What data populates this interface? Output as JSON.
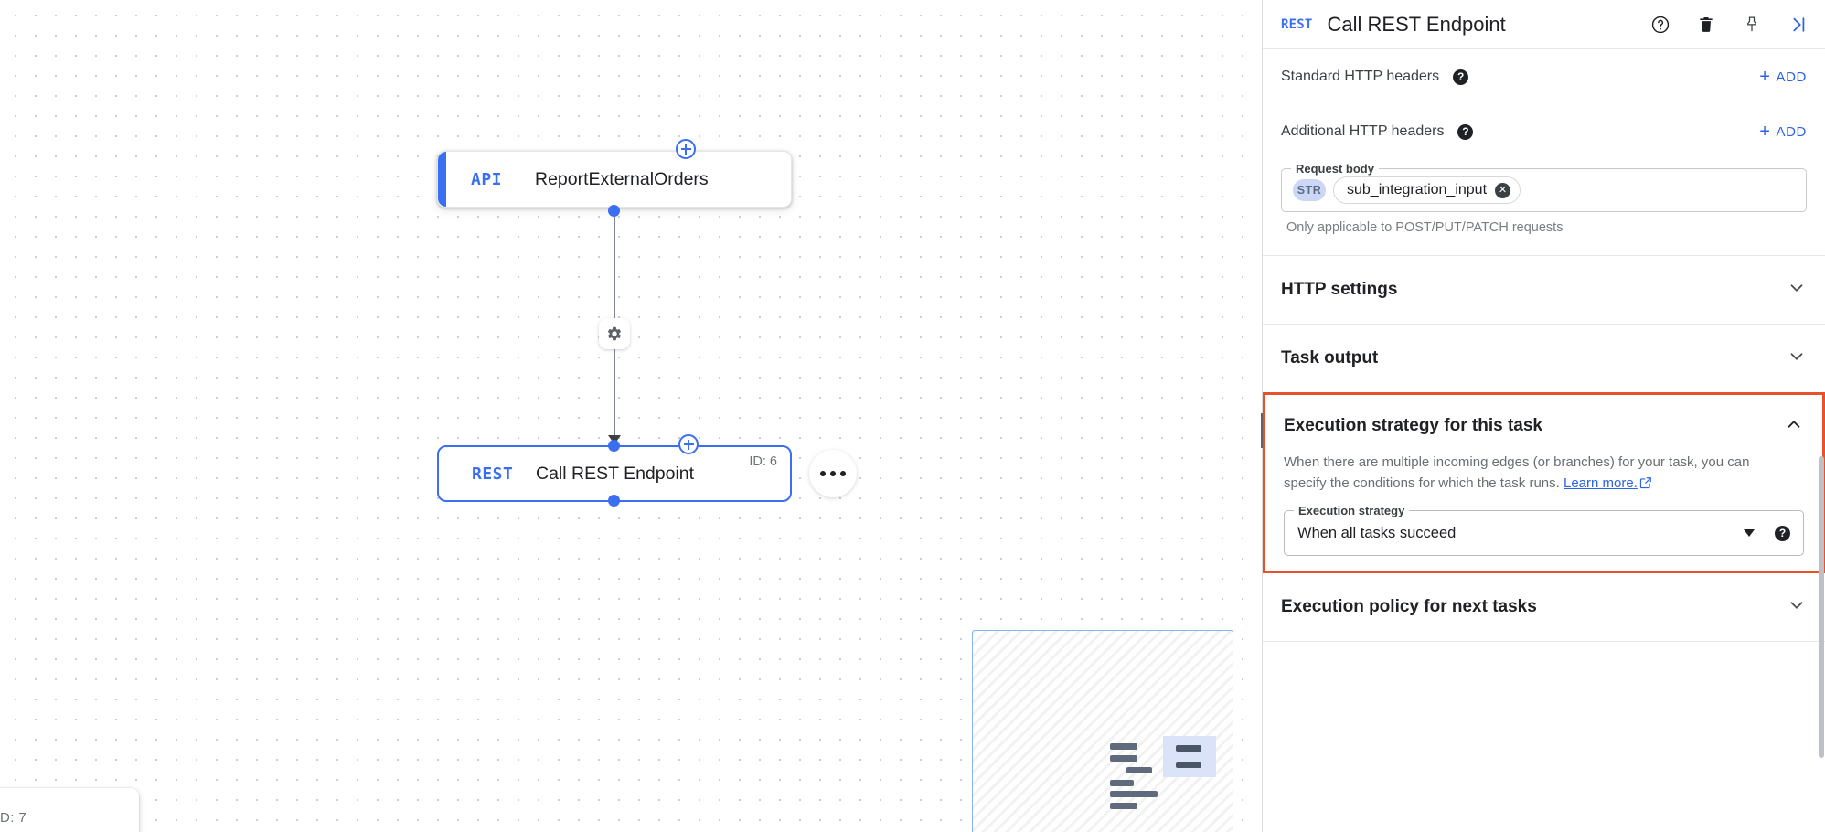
{
  "canvas": {
    "nodes": [
      {
        "badge": "API",
        "title": "ReportExternalOrders",
        "id_label": ""
      },
      {
        "badge": "REST",
        "title": "Call REST Endpoint",
        "id_label": "ID: 6"
      }
    ],
    "ghost_node_id_label": "D: 7",
    "gear_icon": "settings-icon",
    "kebab_icon": "more-options-icon",
    "add_edge_icon": "plus-circle-icon"
  },
  "panel": {
    "header": {
      "badge": "REST",
      "title": "Call REST Endpoint",
      "actions": [
        {
          "name": "help-icon",
          "glyph": "?"
        },
        {
          "name": "delete-icon",
          "glyph": "trash"
        },
        {
          "name": "pin-icon",
          "glyph": "pin"
        },
        {
          "name": "collapse-panel-icon",
          "glyph": ">|"
        }
      ]
    },
    "standard_headers": {
      "label": "Standard HTTP headers",
      "add_label": "ADD"
    },
    "additional_headers": {
      "label": "Additional HTTP headers",
      "add_label": "ADD"
    },
    "request_body": {
      "legend": "Request body",
      "type_chip": "STR",
      "variable": "sub_integration_input",
      "hint": "Only applicable to POST/PUT/PATCH requests"
    },
    "sections": [
      {
        "title": "HTTP settings",
        "expanded": false
      },
      {
        "title": "Task output",
        "expanded": false
      },
      {
        "title": "Execution policy for next tasks",
        "expanded": false
      }
    ],
    "execution_strategy": {
      "title": "Execution strategy for this task",
      "expanded": true,
      "description_part1": "When there are multiple incoming edges (or branches) for your task, you can specify the conditions for which the task runs. ",
      "link_text": "Learn more.",
      "field_legend": "Execution strategy",
      "value": "When all tasks succeed",
      "highlight_color": "#e8522a"
    }
  },
  "colors": {
    "accent_blue": "#3b6ff2",
    "link_blue": "#2b62e6",
    "highlight": "#e8522a",
    "text_primary": "#202124",
    "text_secondary": "#6b6f73"
  }
}
